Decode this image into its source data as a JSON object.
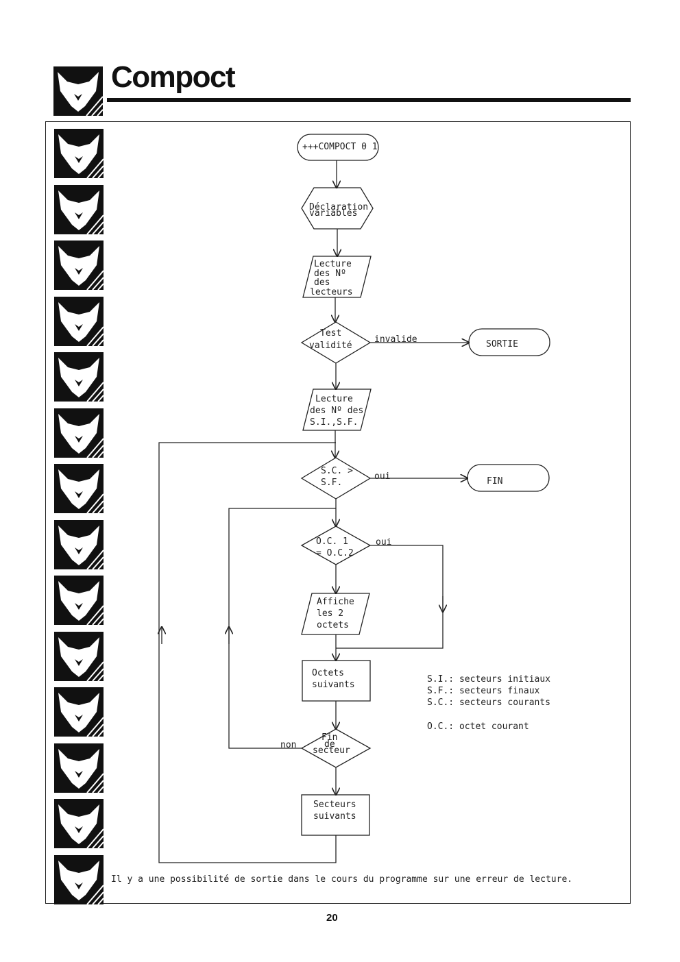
{
  "header": {
    "title": "Compoct"
  },
  "flowchart": {
    "start": "+++COMPOCT 0 1",
    "declaration": [
      "Déclaration",
      "variables"
    ],
    "read_readers": [
      "Lecture",
      "des Nº",
      "des",
      "lecteurs"
    ],
    "test_validity": [
      "Test",
      "validité"
    ],
    "invalid_label": "invalide",
    "exit": "SORTIE",
    "read_sectors": [
      "Lecture",
      "des Nº des",
      "S.I.,S.F."
    ],
    "sc_gt_sf": [
      "S.C. >",
      "S.F."
    ],
    "yes_label_1": "oui",
    "end": "FIN",
    "oc_compare": [
      "O.C. 1",
      "= O.C.2"
    ],
    "yes_label_2": "oui",
    "show_bytes": [
      "Affiche",
      "les 2",
      "octets"
    ],
    "next_bytes": [
      "Octets",
      "suivants"
    ],
    "end_of_sector": [
      "Fin",
      "de",
      "secteur"
    ],
    "no_label": "non",
    "next_sectors": [
      "Secteurs",
      "suivants"
    ]
  },
  "legend": [
    "S.I.: secteurs initiaux",
    "S.F.: secteurs finaux",
    "S.C.: secteurs courants",
    "O.C.: octet courant"
  ],
  "note": "Il y a une possibilité de sortie dans le cours du programme sur une erreur de lecture.",
  "page_number": "20",
  "logo": {
    "icon": "fox-head-icon",
    "count": 14
  }
}
